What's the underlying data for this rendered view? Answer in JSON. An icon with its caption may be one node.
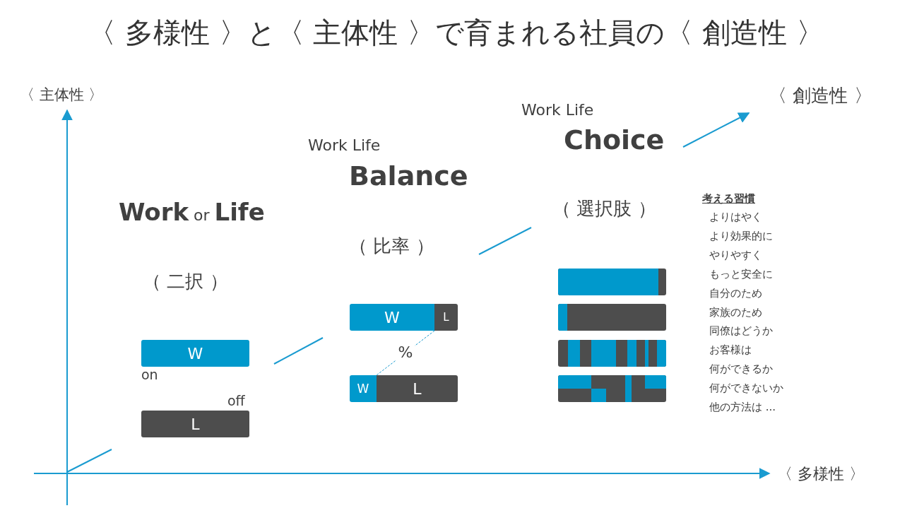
{
  "diagram": {
    "title": "〈 多様性 〉と〈 主体性 〉で育まれる社員の〈 創造性 〉",
    "nodes": [
      {
        "text": [
          "W"
        ]
      },
      {
        "text": [
          "L"
        ]
      },
      {
        "text": [
          "W"
        ]
      },
      {
        "text": [
          "L"
        ]
      },
      {
        "text": [
          "W"
        ]
      },
      {
        "text": [
          "L"
        ]
      },
      {
        "text": [],
        "shape": "bar"
      },
      {
        "text": [],
        "shape": "bar"
      },
      {
        "text": [],
        "shape": "bar"
      },
      {
        "text": [],
        "shape": "bar"
      }
    ],
    "edges": [
      {
        "from": 2,
        "to": 4,
        "arrow": "none",
        "label": "%",
        "style": "dashed"
      }
    ],
    "labels": [
      "〈 主体性 〉",
      "〈 創造性 〉",
      "Work Life",
      "Choice",
      "Work Life",
      "Balance",
      "**Work** or **Life**",
      "（ 選択肢 ）",
      "考える習慣",
      "よりはやく",
      "より効果的に",
      "やりやすく",
      "もっと安全に",
      "自分のため",
      "家族のため",
      "同僚はどうか",
      "お客様は",
      "何ができるか",
      "何ができないか",
      "他の方法は ...",
      "（ 比率 ）",
      "（ 二択 ）",
      "on",
      "off",
      "〈 多様性 〉"
    ]
  }
}
